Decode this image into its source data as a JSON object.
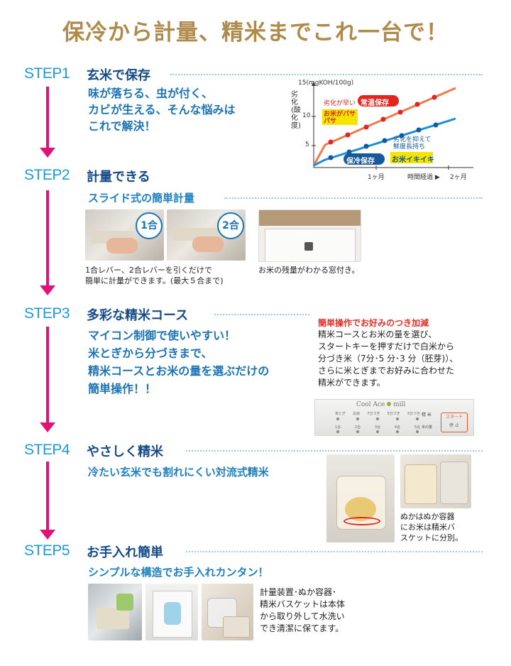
{
  "headline": "保冷から計量、精米までこれ一台で！",
  "steps": [
    {
      "label": "STEP1",
      "title": "玄米で保存",
      "lead": [
        "味が落ちる、虫が付く、",
        "カビが生える、そんな悩みは",
        "これで解決！"
      ]
    },
    {
      "label": "STEP2",
      "title": "計量できる",
      "sub": "スライド式の簡単計量",
      "badges": [
        "1合",
        "2合"
      ],
      "caption_left": [
        "1合レバー、2合レバーを引くだけで",
        "簡単に計量ができます。(最大５合まで)"
      ],
      "caption_right": "お米の残量がわかる窓付き。"
    },
    {
      "label": "STEP3",
      "title": "多彩な精米コース",
      "lead": [
        "マイコン制御で使いやすい！",
        "米とぎから分づきまで、",
        "精米コースとお米の量を選ぶだけの",
        "簡単操作！！"
      ],
      "panel_title": "簡単操作でお好みのつき加減",
      "panel_body": [
        "精米コースとお米の量を選び、",
        "スタートキーを押すだけで白米から",
        "分づき米（7分･5 分･3 分（胚芽)）、",
        "さらに米とぎまでお好みに合わせた",
        "精米ができます。"
      ],
      "control_panel": {
        "brand": "Cool Ace",
        "brand2": "mill",
        "courses": [
          "米とぎ",
          "白米",
          "7分づき",
          "5分づき",
          "3分づき"
        ],
        "course_label": "精 米",
        "amounts": [
          "1合",
          "2合",
          "3合",
          "4合",
          "5合"
        ],
        "amount_label": "米の量",
        "start_label": "スタート",
        "stop_label": "停 止"
      }
    },
    {
      "label": "STEP4",
      "title": "やさしく精米",
      "sub": "冷たい玄米でも割れにくい対流式精米",
      "caption": [
        "ぬかはぬか容器",
        "にお米は精米バ",
        "スケットに分別。"
      ]
    },
    {
      "label": "STEP5",
      "title": "お手入れ簡単",
      "sub": "シンプルな構造でお手入れカンタン！",
      "caption": [
        "計量装置･ぬか容器･",
        "精米バスケットは本体",
        "から取り外して水洗い",
        "でき清潔に保てます。"
      ]
    }
  ],
  "graph": {
    "y_unit": "15(mgKOH/100g)",
    "y_label": "劣化(酸化度)",
    "y_ticks": [
      "10",
      "5"
    ],
    "x_ticks": [
      "1ヶ月",
      "2ヶ月"
    ],
    "x_label": "時間経過 ▶",
    "series_room": "常温保存",
    "series_cold": "保冷保存",
    "note_fast": "劣化が早い",
    "note_fast_big": "お米がパサパサ",
    "note_slow": [
      "劣化を抑えて",
      "鮮度長持ち"
    ],
    "note_slow_big": "お米イキイキ",
    "colors": {
      "room": "#ee7a4c",
      "cold": "#1b8fd6",
      "marker": "#e3241f"
    }
  },
  "colors": {
    "accent": "#e2117a",
    "step": "#1e9ad6",
    "title": "#154a86",
    "headline": "#b08a4a"
  }
}
